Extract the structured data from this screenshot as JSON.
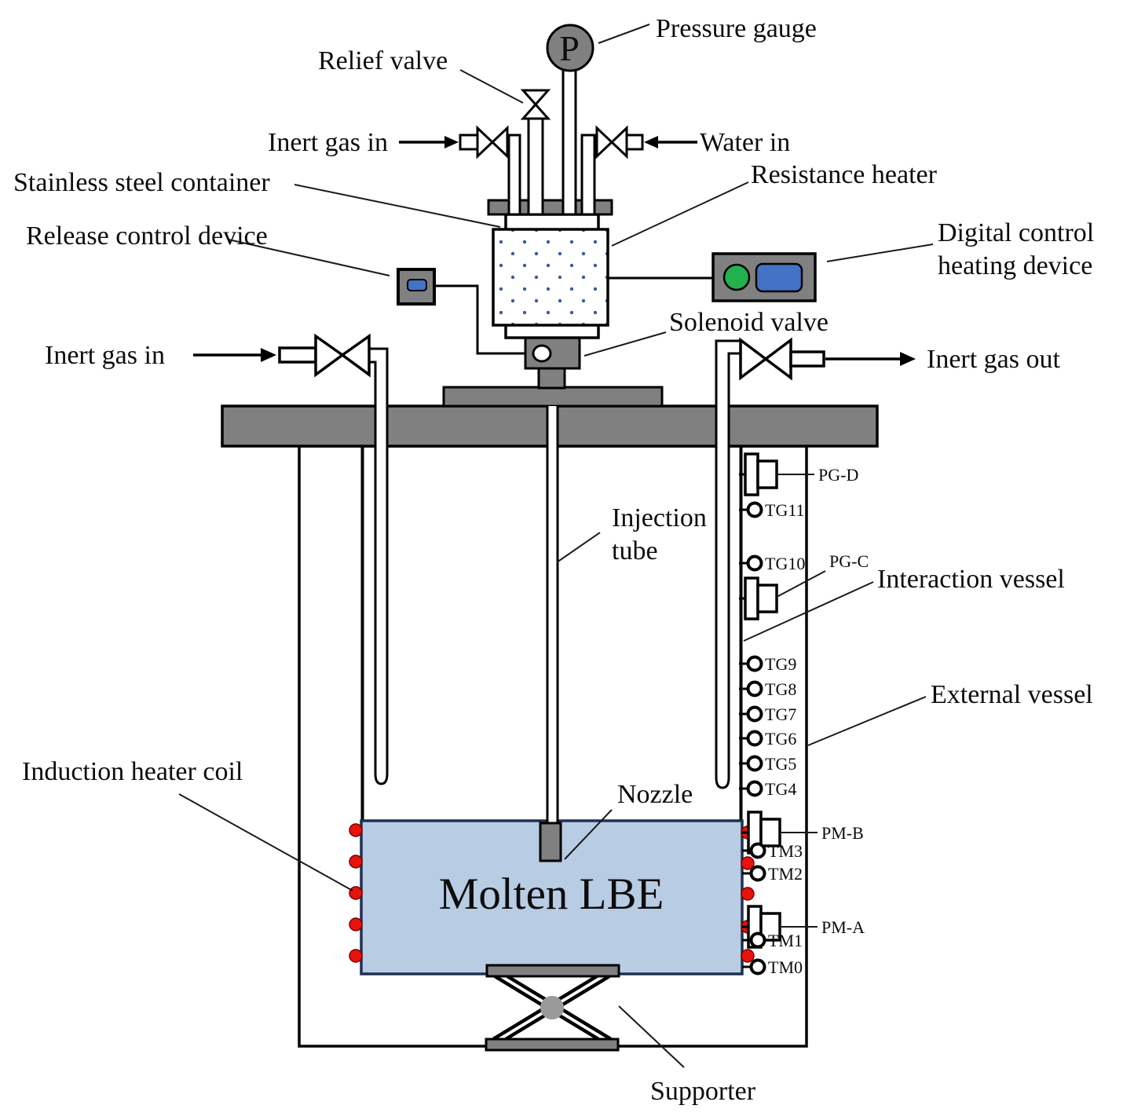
{
  "diagram": {
    "title_hint": "Molten LBE interaction apparatus schematic",
    "labels": {
      "pressure_gauge": "Pressure gauge",
      "gauge_symbol": "P",
      "relief_valve": "Relief valve",
      "inert_gas_in_top": "Inert gas in",
      "water_in": "Water in",
      "stainless_steel_container": "Stainless steel container",
      "resistance_heater": "Resistance heater",
      "release_control_device": "Release control device",
      "digital_control_line1": "Digital control",
      "digital_control_line2": "heating device",
      "solenoid_valve": "Solenoid valve",
      "inert_gas_in_left": "Inert gas in",
      "inert_gas_out": "Inert gas out",
      "injection_tube_line1": "Injection",
      "injection_tube_line2": "tube",
      "interaction_vessel": "Interaction vessel",
      "external_vessel": "External vessel",
      "induction_heater_coil": "Induction heater coil",
      "nozzle": "Nozzle",
      "molten_lbe": "Molten LBE",
      "supporter": "Supporter"
    },
    "sensors": {
      "items": [
        {
          "label": "PG-D",
          "kind": "pressure-plug"
        },
        {
          "label": "TG11",
          "kind": "thermocouple"
        },
        {
          "label": "TG10",
          "kind": "thermocouple"
        },
        {
          "label": "PG-C",
          "kind": "pressure-plug"
        },
        {
          "label": "TG9",
          "kind": "thermocouple"
        },
        {
          "label": "TG8",
          "kind": "thermocouple"
        },
        {
          "label": "TG7",
          "kind": "thermocouple"
        },
        {
          "label": "TG6",
          "kind": "thermocouple"
        },
        {
          "label": "TG5",
          "kind": "thermocouple"
        },
        {
          "label": "TG4",
          "kind": "thermocouple"
        },
        {
          "label": "PM-B",
          "kind": "pressure-plug"
        },
        {
          "label": "TM3",
          "kind": "thermocouple"
        },
        {
          "label": "TM2",
          "kind": "thermocouple"
        },
        {
          "label": "PM-A",
          "kind": "pressure-plug"
        },
        {
          "label": "TM1",
          "kind": "thermocouple"
        },
        {
          "label": "TM0",
          "kind": "thermocouple"
        }
      ]
    },
    "colors": {
      "gray_fill": "#808080",
      "supporter_pin": "#9a9a9a",
      "molten_lbe_fill": "#b8cce4",
      "molten_lbe_border": "#1f3050",
      "accent_blue": "#4472c4",
      "indicator_green": "#22b14c",
      "coil_red": "#e8130c",
      "heater_dot_blue": "#3a5ba0"
    }
  }
}
